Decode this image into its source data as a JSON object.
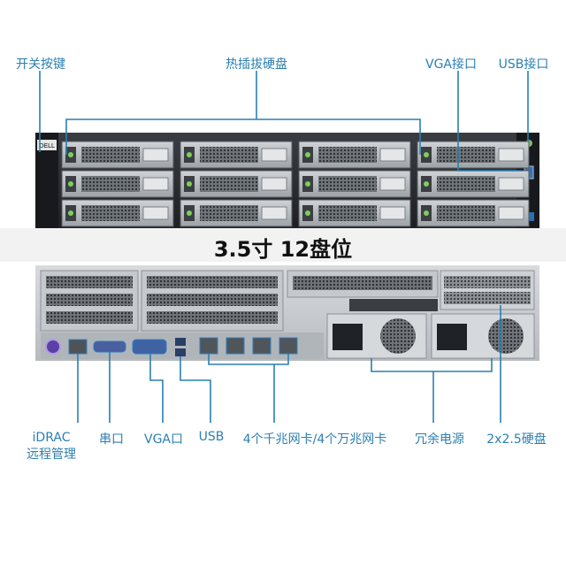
{
  "front_labels": {
    "power_button": "开关按键",
    "hot_swap_drives": "热插拔硬盘",
    "vga_port": "VGA接口",
    "usb_port": "USB接口"
  },
  "title": "3.5寸 12盘位",
  "rear_labels": {
    "idrac": "iDRAC\n远程管理",
    "serial": "串口",
    "vga": "VGA口",
    "usb": "USB",
    "network": "4个千兆网卡/4个万兆网卡",
    "power": "冗余电源",
    "drives": "2x2.5硬盘"
  },
  "colors": {
    "label": "#2c7fb0",
    "leader": "#2a7fb3",
    "chassis": "#2b2e33"
  }
}
